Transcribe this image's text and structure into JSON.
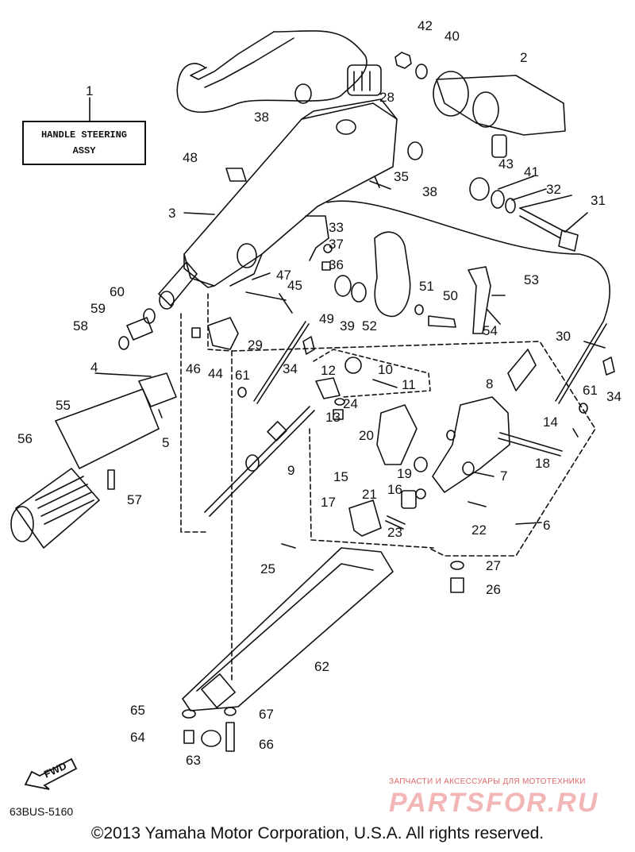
{
  "title_box": {
    "line1": "HANDLE STEERING",
    "line2": "ASSY",
    "callout": "1"
  },
  "fwd_label": "FWD",
  "diagram_code": "63BUS-5160",
  "copyright": "©2013 Yamaha Motor Corporation, U.S.A. All rights reserved.",
  "watermark": {
    "subtitle": "ЗАПЧАСТИ И АКСЕССУАРЫ ДЛЯ МОТОТЕХНИКИ",
    "logo": "PARTSFOR.RU"
  },
  "part_labels": [
    "2",
    "3",
    "4",
    "5",
    "6",
    "7",
    "8",
    "9",
    "10",
    "11",
    "12",
    "13",
    "14",
    "15",
    "16",
    "17",
    "18",
    "19",
    "20",
    "21",
    "22",
    "23",
    "24",
    "25",
    "26",
    "27",
    "28",
    "29",
    "30",
    "31",
    "32",
    "33",
    "34",
    "34",
    "35",
    "36",
    "37",
    "38",
    "38",
    "39",
    "40",
    "41",
    "42",
    "43",
    "44",
    "45",
    "46",
    "47",
    "48",
    "49",
    "50",
    "51",
    "52",
    "53",
    "54",
    "55",
    "56",
    "57",
    "58",
    "59",
    "60",
    "61",
    "61",
    "62",
    "63",
    "64",
    "65",
    "66",
    "67"
  ]
}
